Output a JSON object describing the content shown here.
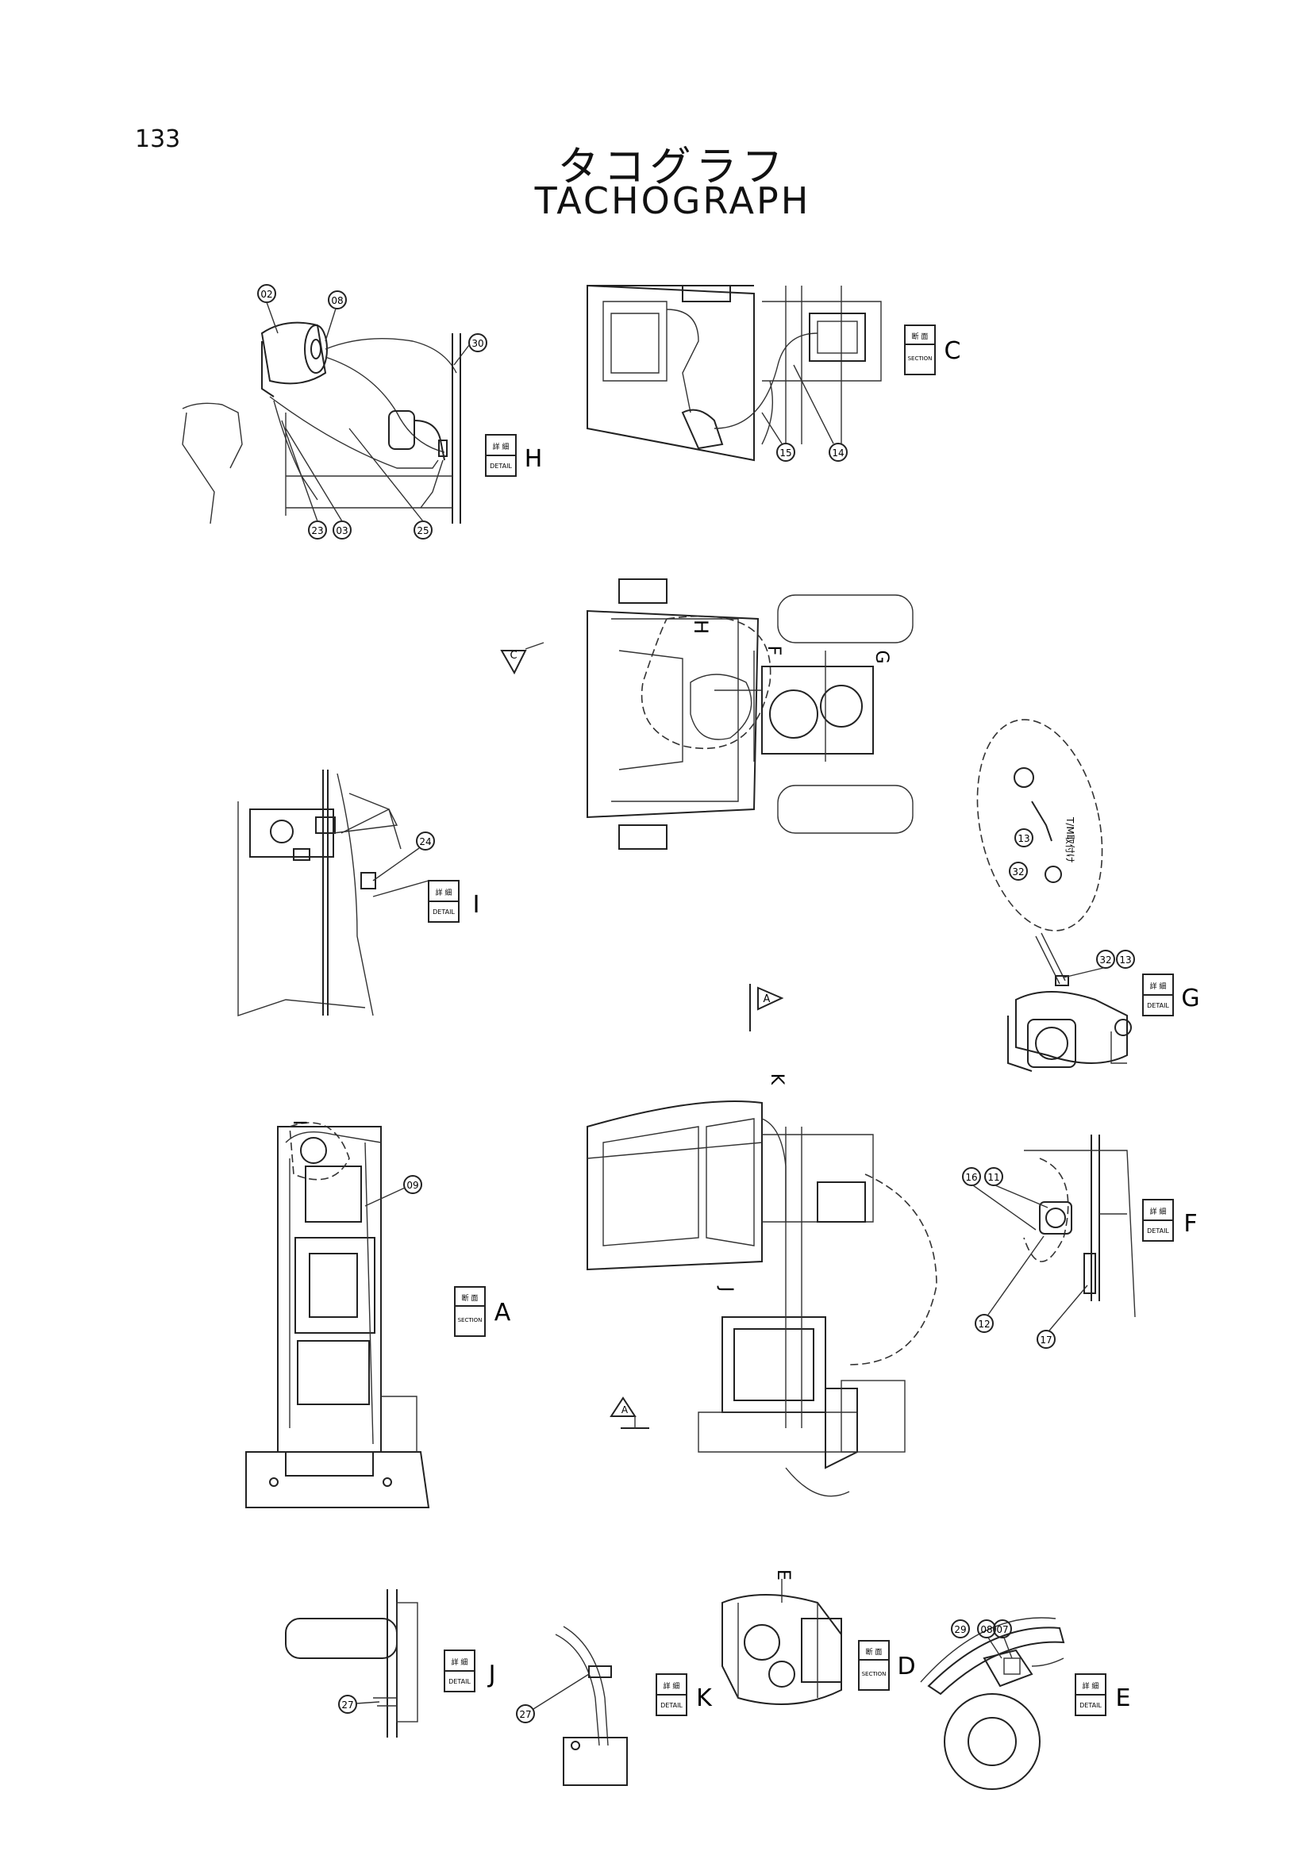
{
  "page_number": "133",
  "title_jp": "タコグラフ",
  "title_en": "TACHOGRAPH",
  "views": [
    {
      "key": "H",
      "kind_jp": "詳 細",
      "kind_en": "DETAIL",
      "letter": "H"
    },
    {
      "key": "C",
      "kind_jp": "断 面",
      "kind_en": "SECTION",
      "letter": "C"
    },
    {
      "key": "I",
      "kind_jp": "詳 細",
      "kind_en": "DETAIL",
      "letter": "I"
    },
    {
      "key": "G",
      "kind_jp": "詳 細",
      "kind_en": "DETAIL",
      "letter": "G"
    },
    {
      "key": "A",
      "kind_jp": "断 面",
      "kind_en": "SECTION",
      "letter": "A"
    },
    {
      "key": "F",
      "kind_jp": "詳 細",
      "kind_en": "DETAIL",
      "letter": "F"
    },
    {
      "key": "J",
      "kind_jp": "詳 細",
      "kind_en": "DETAIL",
      "letter": "J"
    },
    {
      "key": "K",
      "kind_jp": "詳 細",
      "kind_en": "DETAIL",
      "letter": "K"
    },
    {
      "key": "D",
      "kind_jp": "断 面",
      "kind_en": "SECTION",
      "letter": "D"
    },
    {
      "key": "E",
      "kind_jp": "詳 細",
      "kind_en": "DETAIL",
      "letter": "E"
    }
  ],
  "callouts": {
    "h_02": "02",
    "h_08": "08",
    "h_30": "30",
    "h_23": "23",
    "h_03": "03",
    "h_25": "25",
    "c_15": "15",
    "c_14": "14",
    "i_24": "24",
    "g_13a": "13",
    "g_32a": "32",
    "g_note": "T/M取付け",
    "g_32b": "32",
    "g_13b": "13",
    "a_09": "09",
    "f_16": "16",
    "f_11": "11",
    "f_12": "12",
    "f_17": "17",
    "j_27": "27",
    "k_27": "27",
    "e_29": "29",
    "e_08": "08",
    "e_07": "07"
  },
  "view_arrows": {
    "a_top": "A",
    "a_bottom": "A",
    "c_left": "C",
    "h": "H",
    "f": "F",
    "g": "G",
    "i": "I",
    "k": "K",
    "j": "J",
    "e": "E"
  }
}
